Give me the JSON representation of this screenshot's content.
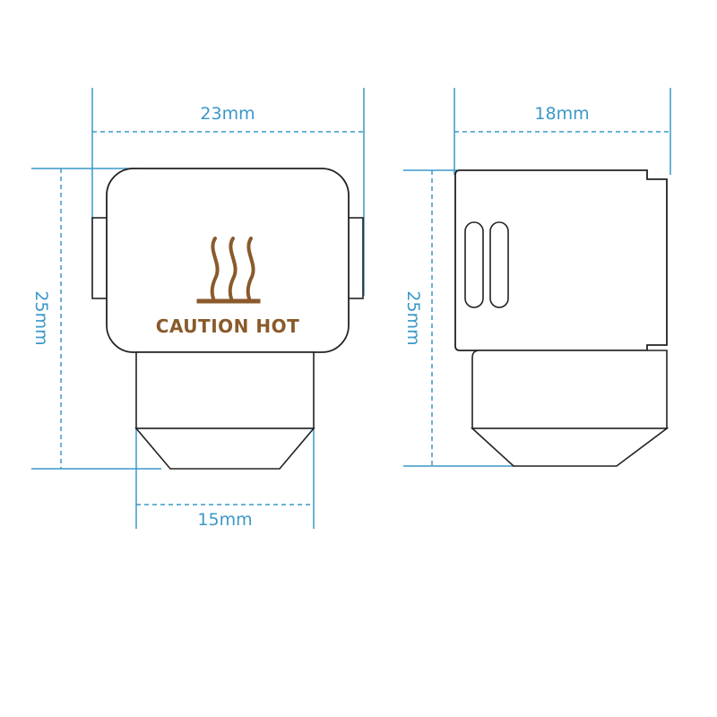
{
  "colors": {
    "dimension": "#3a98c9",
    "outline": "#222222",
    "caution": "#8a5a2b",
    "background": "#ffffff"
  },
  "front_view": {
    "width_label": "23mm",
    "height_label": "25mm",
    "bottom_label": "15mm",
    "caution_text": "CAUTION HOT",
    "icon": "heat-waves-icon"
  },
  "side_view": {
    "width_label": "18mm",
    "height_label": "25mm"
  }
}
